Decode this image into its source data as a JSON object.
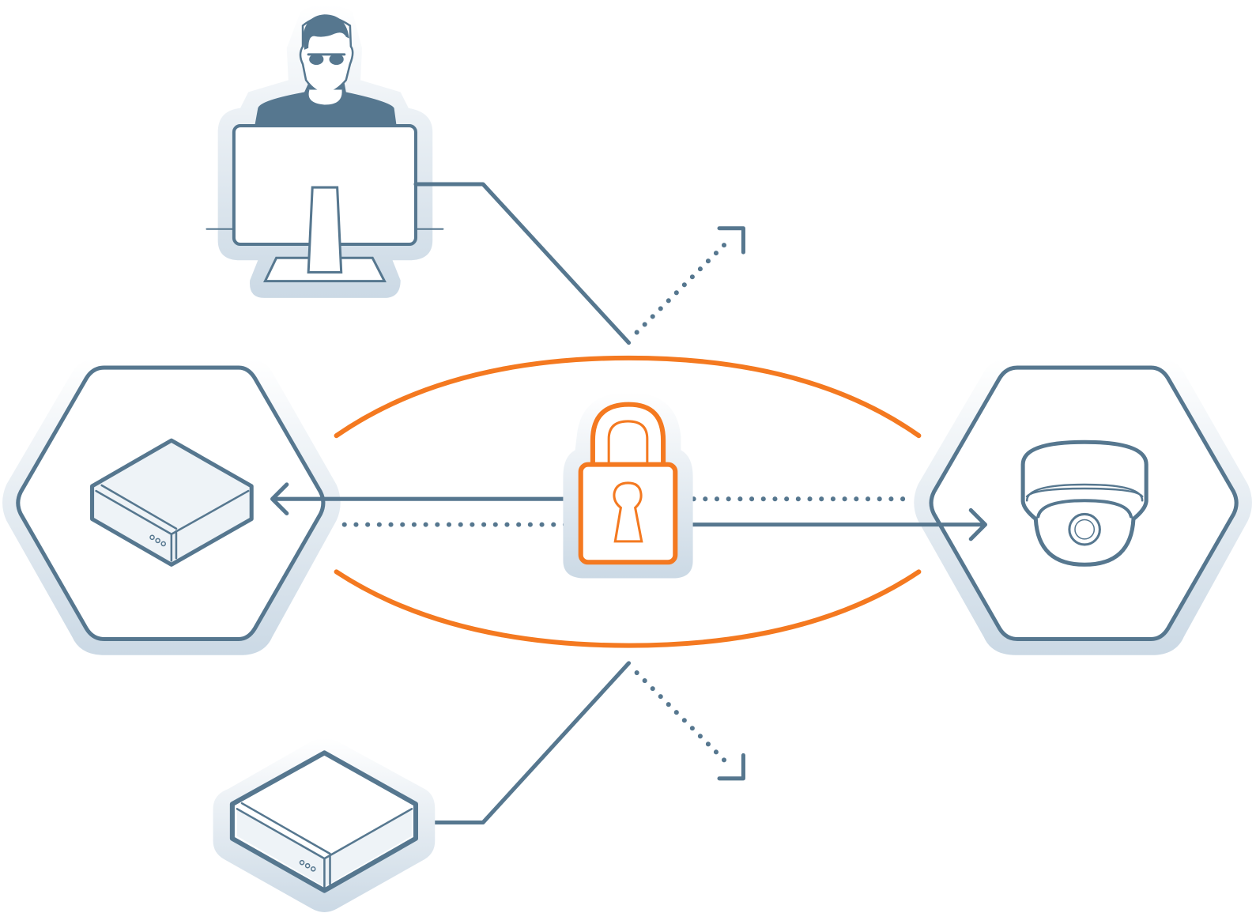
{
  "diagram": {
    "colors": {
      "primary": "#56778f",
      "accent": "#f47920",
      "halo": "#d3dfe9",
      "panel": "#eef3f7",
      "background": "#ffffff"
    },
    "nodes": [
      {
        "id": "user-workstation",
        "icon": "user-at-computer-icon"
      },
      {
        "id": "recorder",
        "icon": "network-video-recorder-icon"
      },
      {
        "id": "camera",
        "icon": "dome-camera-icon"
      },
      {
        "id": "lock",
        "icon": "padlock-icon"
      },
      {
        "id": "bottom-device",
        "icon": "network-device-icon"
      }
    ]
  }
}
